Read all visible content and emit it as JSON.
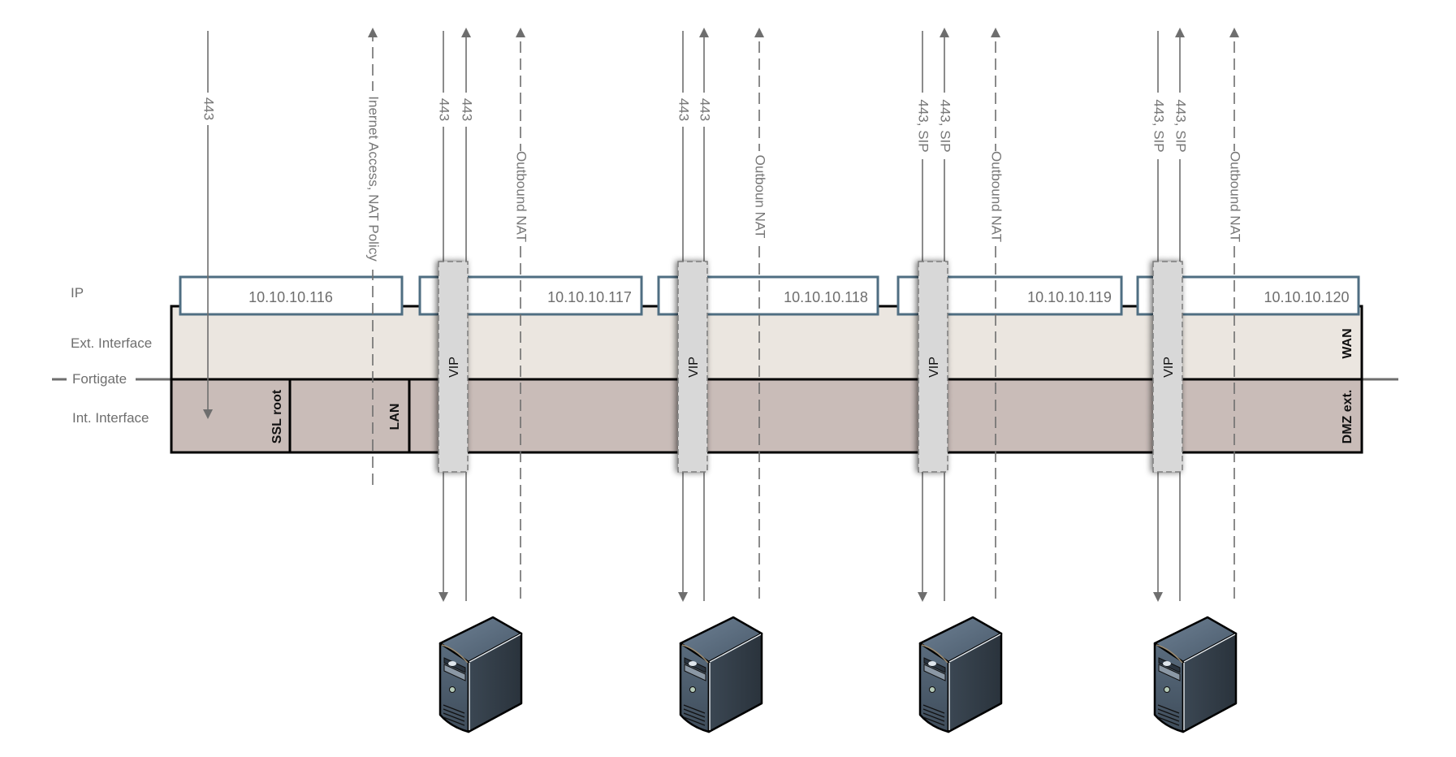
{
  "row_labels": {
    "ip": "IP",
    "ext_interface": "Ext. Interface",
    "fortigate": "Fortigate",
    "int_interface": "Int. Interface"
  },
  "zones": {
    "wan": "WAN",
    "dmz_ext": "DMZ ext.",
    "ssl_root": "SSL root",
    "lan": "LAN"
  },
  "ssl_vpn": {
    "ip": "10.10.10.116",
    "flow_label": "443"
  },
  "lan_flow": {
    "label": "Inernet Access, NAT Policy"
  },
  "vip_label": "VIP",
  "servers": [
    {
      "ip": "10.10.10.117",
      "in_label": "443",
      "out_label": "443",
      "nat_label": "Outbound NAT"
    },
    {
      "ip": "10.10.10.118",
      "in_label": "443",
      "out_label": "443",
      "nat_label": "Outboun NAT"
    },
    {
      "ip": "10.10.10.119",
      "in_label": "443, SIP",
      "out_label": "443, SIP",
      "nat_label": "Outbound NAT"
    },
    {
      "ip": "10.10.10.120",
      "in_label": "443, SIP",
      "out_label": "443, SIP",
      "nat_label": "Outbound NAT"
    }
  ],
  "colors": {
    "ext_fill": "#ebe6e0",
    "int_fill": "#c9bcb8",
    "ip_border": "#4f6e82",
    "line": "#6e6e6e",
    "vip_fill": "#d8d8d8",
    "server_dark": "#2f3a45",
    "server_mid": "#4c5c6d"
  }
}
